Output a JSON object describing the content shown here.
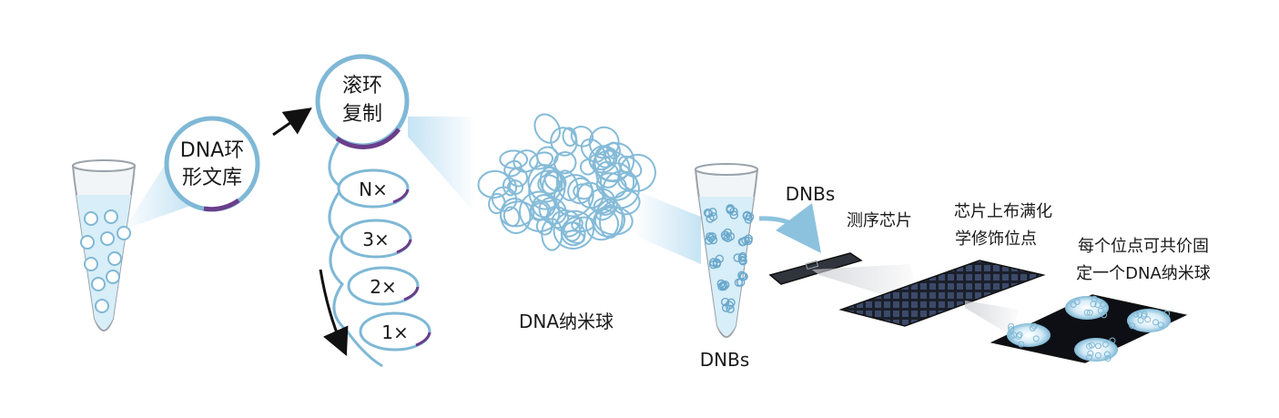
{
  "library": {
    "line1": "DNA环",
    "line2": "形文库"
  },
  "rca": {
    "line1": "滚环",
    "line2": "复制"
  },
  "loops": [
    "N×",
    "3×",
    "2×",
    "1×"
  ],
  "nanoball_label": "DNA纳米球",
  "dnbs_tube_label": "DNBs",
  "dnbs_arrow_label": "DNBs",
  "chip_label": "测序芯片",
  "chip_sites": {
    "line1": "芯片上布满化",
    "line2": "学修饰位点"
  },
  "binding": {
    "line1": "每个位点可共价固",
    "line2": "定一个DNA纳米球"
  },
  "colors": {
    "strand": "#7fb8d6",
    "liquid": "#d8eef8",
    "accent": "#6a3d8a",
    "chip": "#1b1f2a"
  }
}
